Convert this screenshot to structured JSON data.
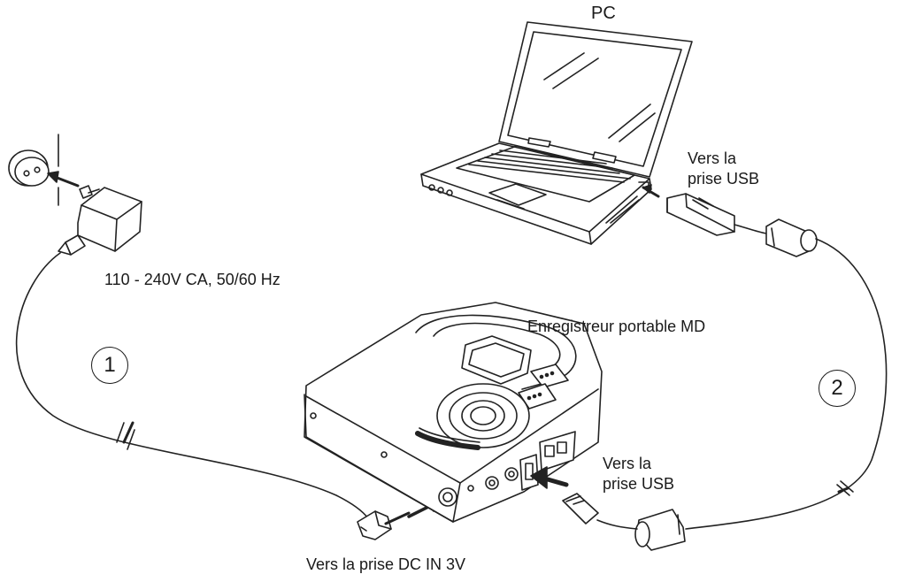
{
  "labels": {
    "pc": "PC",
    "usb_port_pc": "Vers la\nprise USB",
    "voltage": "110 - 240V CA, 50/60 Hz",
    "md_recorder": "Enregistreur portable MD",
    "usb_port_recorder": "Vers la\nprise USB",
    "dc_in": "Vers la prise DC IN 3V"
  },
  "steps": [
    "1",
    "2"
  ]
}
